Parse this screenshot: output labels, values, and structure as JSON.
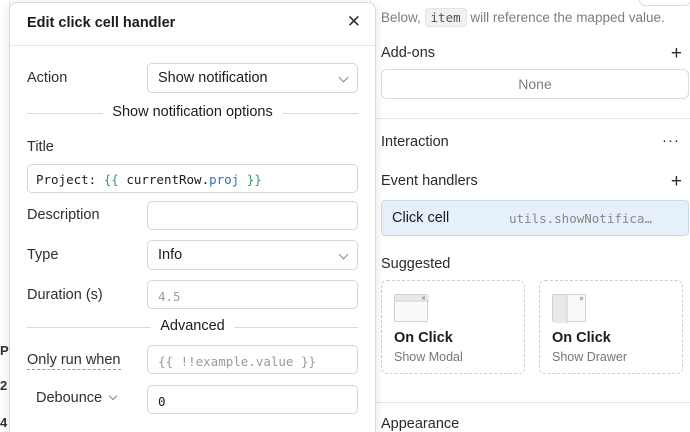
{
  "right_panel": {
    "description_prefix": "Below, ",
    "description_code": "item",
    "description_suffix": " will reference the mapped value.",
    "addons": {
      "title": "Add-ons",
      "add_icon": "plus-icon",
      "value": "None"
    },
    "interaction": {
      "title": "Interaction",
      "more_icon": "more-icon"
    },
    "event_handlers": {
      "title": "Event handlers",
      "add_icon": "plus-icon",
      "items": [
        {
          "name": "Click cell",
          "action": "utils.showNotifica…"
        }
      ]
    },
    "suggested": {
      "title": "Suggested",
      "cards": [
        {
          "title": "On Click",
          "subtitle": "Show Modal",
          "icon": "modal-thumbnail-icon"
        },
        {
          "title": "On Click",
          "subtitle": "Show Drawer",
          "icon": "drawer-thumbnail-icon"
        }
      ]
    },
    "appearance": {
      "title": "Appearance"
    }
  },
  "backdrop_cells": [
    "P",
    "2",
    "4"
  ],
  "modal": {
    "title": "Edit click cell handler",
    "close_icon": "close-icon",
    "action_label": "Action",
    "action_value": "Show notification",
    "section_options": "Show notification options",
    "title_label": "Title",
    "title_value": {
      "prefix": "Project: ",
      "open_brace": "{{",
      "object": " currentRow.",
      "prop": "proj",
      "close_brace": " }}"
    },
    "description_label": "Description",
    "description_value": "",
    "type_label": "Type",
    "type_value": "Info",
    "duration_label": "Duration (s)",
    "duration_placeholder": "4.5",
    "section_advanced": "Advanced",
    "only_run_label": "Only run when",
    "only_run_placeholder": "{{ !!example.value }}",
    "debounce_label": "Debounce",
    "debounce_value": "0"
  }
}
